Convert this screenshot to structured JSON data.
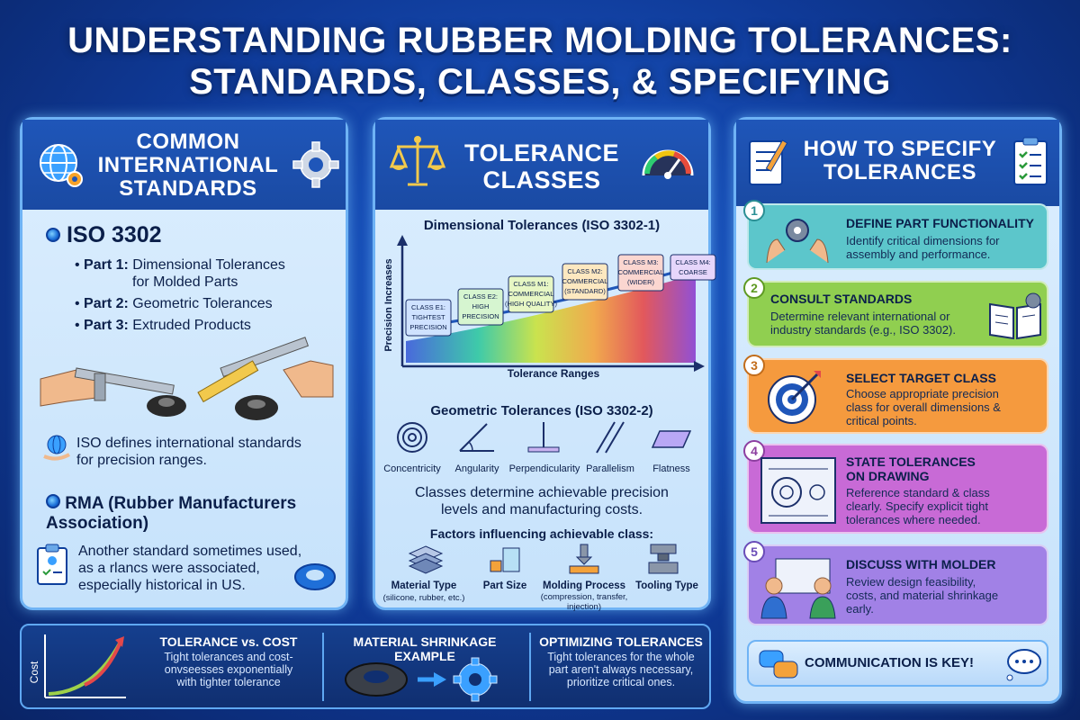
{
  "title_line1": "UNDERSTANDING RUBBER MOLDING TOLERANCES:",
  "title_line2": "STANDARDS, CLASSES, & SPECIFYING",
  "left": {
    "heading": [
      "COMMON",
      "INTERNATIONAL",
      "STANDARDS"
    ],
    "iso_title": "ISO 3302",
    "parts": [
      {
        "label": "Part 1:",
        "text": "Dimensional Tolerances",
        "text2": "for Molded Parts"
      },
      {
        "label": "Part 2:",
        "text": "Geometric Tolerances"
      },
      {
        "label": "Part 3:",
        "text": "Extruded Products"
      }
    ],
    "iso_note": [
      "ISO defines international standards",
      "for precision ranges."
    ],
    "rma_title_bold": "RMA",
    "rma_title_rest": " (Rubber Manufacturers",
    "rma_title_line2": "Association)",
    "rma_desc": [
      "Another standard sometimes used,",
      "as a rlancs were associated,",
      "especially historical in US."
    ]
  },
  "middle": {
    "heading": [
      "TOLERANCE",
      "CLASSES"
    ],
    "dim_title": "Dimensional Tolerances (ISO 3302-1)",
    "y_axis": "Precision Increases",
    "x_axis": "Tolerance Ranges",
    "classes": [
      {
        "l1": "CLASS E1:",
        "l2": "TIGHTEST",
        "l3": "PRECISION",
        "color": "#cfe2ff"
      },
      {
        "l1": "CLASS E2:",
        "l2": "HIGH",
        "l3": "PRECISION",
        "color": "#d6f5d0"
      },
      {
        "l1": "CLASS M1:",
        "l2": "COMMERCIAL",
        "l3": "(HIGH QUALITY)",
        "color": "#e7f7c4"
      },
      {
        "l1": "CLASS M2:",
        "l2": "COMMERCIAL",
        "l3": "(STANDARD)",
        "color": "#fde8c0"
      },
      {
        "l1": "CLASS M3:",
        "l2": "COMMERCIAL",
        "l3": "(WIDER)",
        "color": "#fbd6d0"
      },
      {
        "l1": "CLASS M4:",
        "l2": "COARSE",
        "l3": "",
        "color": "#e6d6fb"
      }
    ],
    "geo_title": "Geometric Tolerances (ISO 3302-2)",
    "geo_items": [
      "Concentricity",
      "Angularity",
      "Perpendicularity",
      "Parallelism",
      "Flatness"
    ],
    "classes_note": [
      "Classes determine achievable precision",
      "levels and manufacturing costs."
    ],
    "factors_title": "Factors influencing achievable class:",
    "factors": [
      {
        "label": "Material Type",
        "sub": "(silicone, rubber, etc.)"
      },
      {
        "label": "Part Size",
        "sub": ""
      },
      {
        "label": "Molding Process",
        "sub": "(compression, transfer, injection)"
      },
      {
        "label": "Tooling Type",
        "sub": ""
      }
    ]
  },
  "right": {
    "heading": [
      "HOW TO SPECIFY",
      "TOLERANCES"
    ],
    "steps": [
      {
        "num": "1",
        "title": "DEFINE PART FUNCTIONALITY",
        "desc": [
          "Identify critical dimensions for",
          "assembly and performance."
        ],
        "color": "#4fc3c8"
      },
      {
        "num": "2",
        "title": "CONSULT STANDARDS",
        "desc": [
          "Determine relevant international or",
          "industry standards (e.g., ISO 3302)."
        ],
        "color": "#8cc84b"
      },
      {
        "num": "3",
        "title": "SELECT TARGET CLASS",
        "desc": [
          "Choose appropriate precision",
          "class for overall dimensions &",
          "critical points."
        ],
        "color": "#f39a3c"
      },
      {
        "num": "4",
        "title": "STATE TOLERANCES",
        "title2": "ON DRAWING",
        "desc": [
          "Reference standard & class",
          "clearly. Specify explicit tight",
          "tolerances where needed."
        ],
        "color": "#c86ad6"
      },
      {
        "num": "5",
        "title": "DISCUSS WITH MOLDER",
        "desc": [
          "Review design feasibility,",
          "costs, and material shrinkage",
          "early."
        ],
        "color": "#9a7ae0"
      }
    ],
    "footer": "COMMUNICATION IS KEY!"
  },
  "bottom": {
    "cost_axis": "Cost",
    "cost_title": "TOLERANCE vs. COST",
    "cost_desc": [
      "Tight tolerances and cost-",
      "onvseesses exponentially",
      "with tighter tolerance"
    ],
    "shrink_title": "MATERIAL SHRINKAGE EXAMPLE",
    "opt_title": "OPTIMIZING TOLERANCES",
    "opt_desc": [
      "Tight tolerances for the whole",
      "part aren't always necessary,",
      "prioritize critical ones."
    ]
  }
}
